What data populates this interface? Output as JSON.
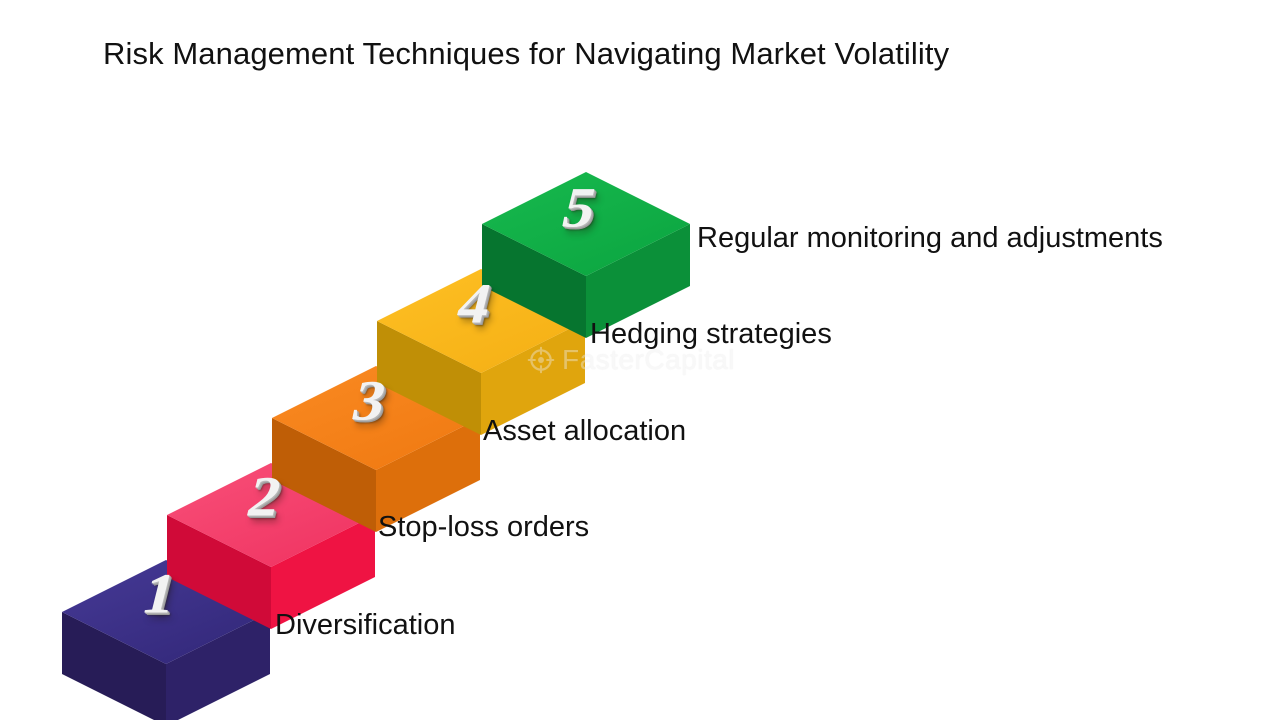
{
  "page": {
    "title": "Risk Management Techniques for Navigating Market Volatility",
    "background_color": "#ffffff",
    "text_color": "#111111"
  },
  "diagram": {
    "type": "ascending-3d-staircase",
    "orientation": "left-to-right-ascending",
    "step_count": 5,
    "steps": [
      {
        "number": "1",
        "label": "Diversification",
        "top_color": "#3a2e82",
        "front_color": "#271c57",
        "side_color": "#2e2268"
      },
      {
        "number": "2",
        "label": "Stop-loss orders",
        "top_color": "#f4406c",
        "front_color": "#d00a38",
        "side_color": "#ef1343"
      },
      {
        "number": "3",
        "label": "Asset allocation",
        "top_color": "#f5801a",
        "front_color": "#bf5e06",
        "side_color": "#dd6f0b"
      },
      {
        "number": "4",
        "label": "Hedging strategies",
        "top_color": "#fab71c",
        "front_color": "#c08f06",
        "side_color": "#e0a50d"
      },
      {
        "number": "5",
        "label": "Regular monitoring and adjustments",
        "top_color": "#10ad46",
        "front_color": "#06752f",
        "side_color": "#0b9039"
      }
    ]
  },
  "watermark": {
    "text": "FasterCapital",
    "color": "#f0f0f0"
  }
}
